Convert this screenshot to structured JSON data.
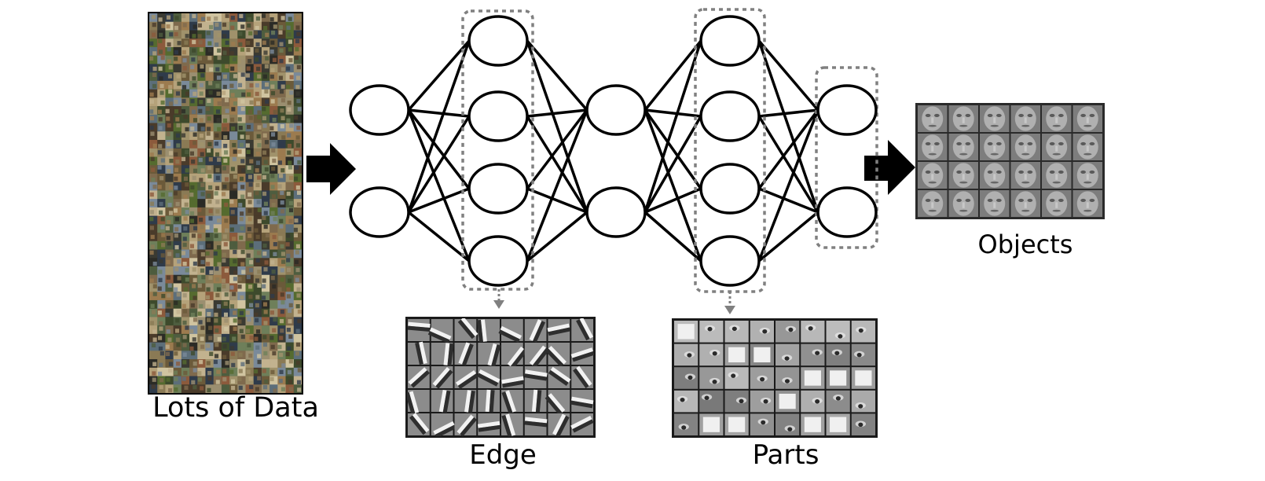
{
  "captions": {
    "input_data": "Lots of Data",
    "layer1_features": "Edge",
    "layer2_features": "Parts",
    "output_features": "Objects"
  },
  "network": {
    "layers": [
      {
        "node_count": 2,
        "highlighted": false
      },
      {
        "node_count": 4,
        "highlighted": true
      },
      {
        "node_count": 2,
        "highlighted": false
      },
      {
        "node_count": 4,
        "highlighted": true
      },
      {
        "node_count": 2,
        "highlighted": true
      }
    ],
    "connectivity": "fully-connected"
  },
  "mosaics": {
    "input_data": {
      "rows": 45,
      "cols": 19,
      "content": "natural-image-patches"
    },
    "layer1_features": {
      "rows": 5,
      "cols": 8,
      "content": "edge-filters"
    },
    "layer2_features": {
      "rows": 5,
      "cols": 8,
      "content": "face-part-filters"
    },
    "output_features": {
      "rows": 4,
      "cols": 6,
      "content": "face-templates"
    }
  },
  "colors": {
    "stroke": "#000000",
    "highlight_border": "#808080",
    "background": "#ffffff"
  }
}
